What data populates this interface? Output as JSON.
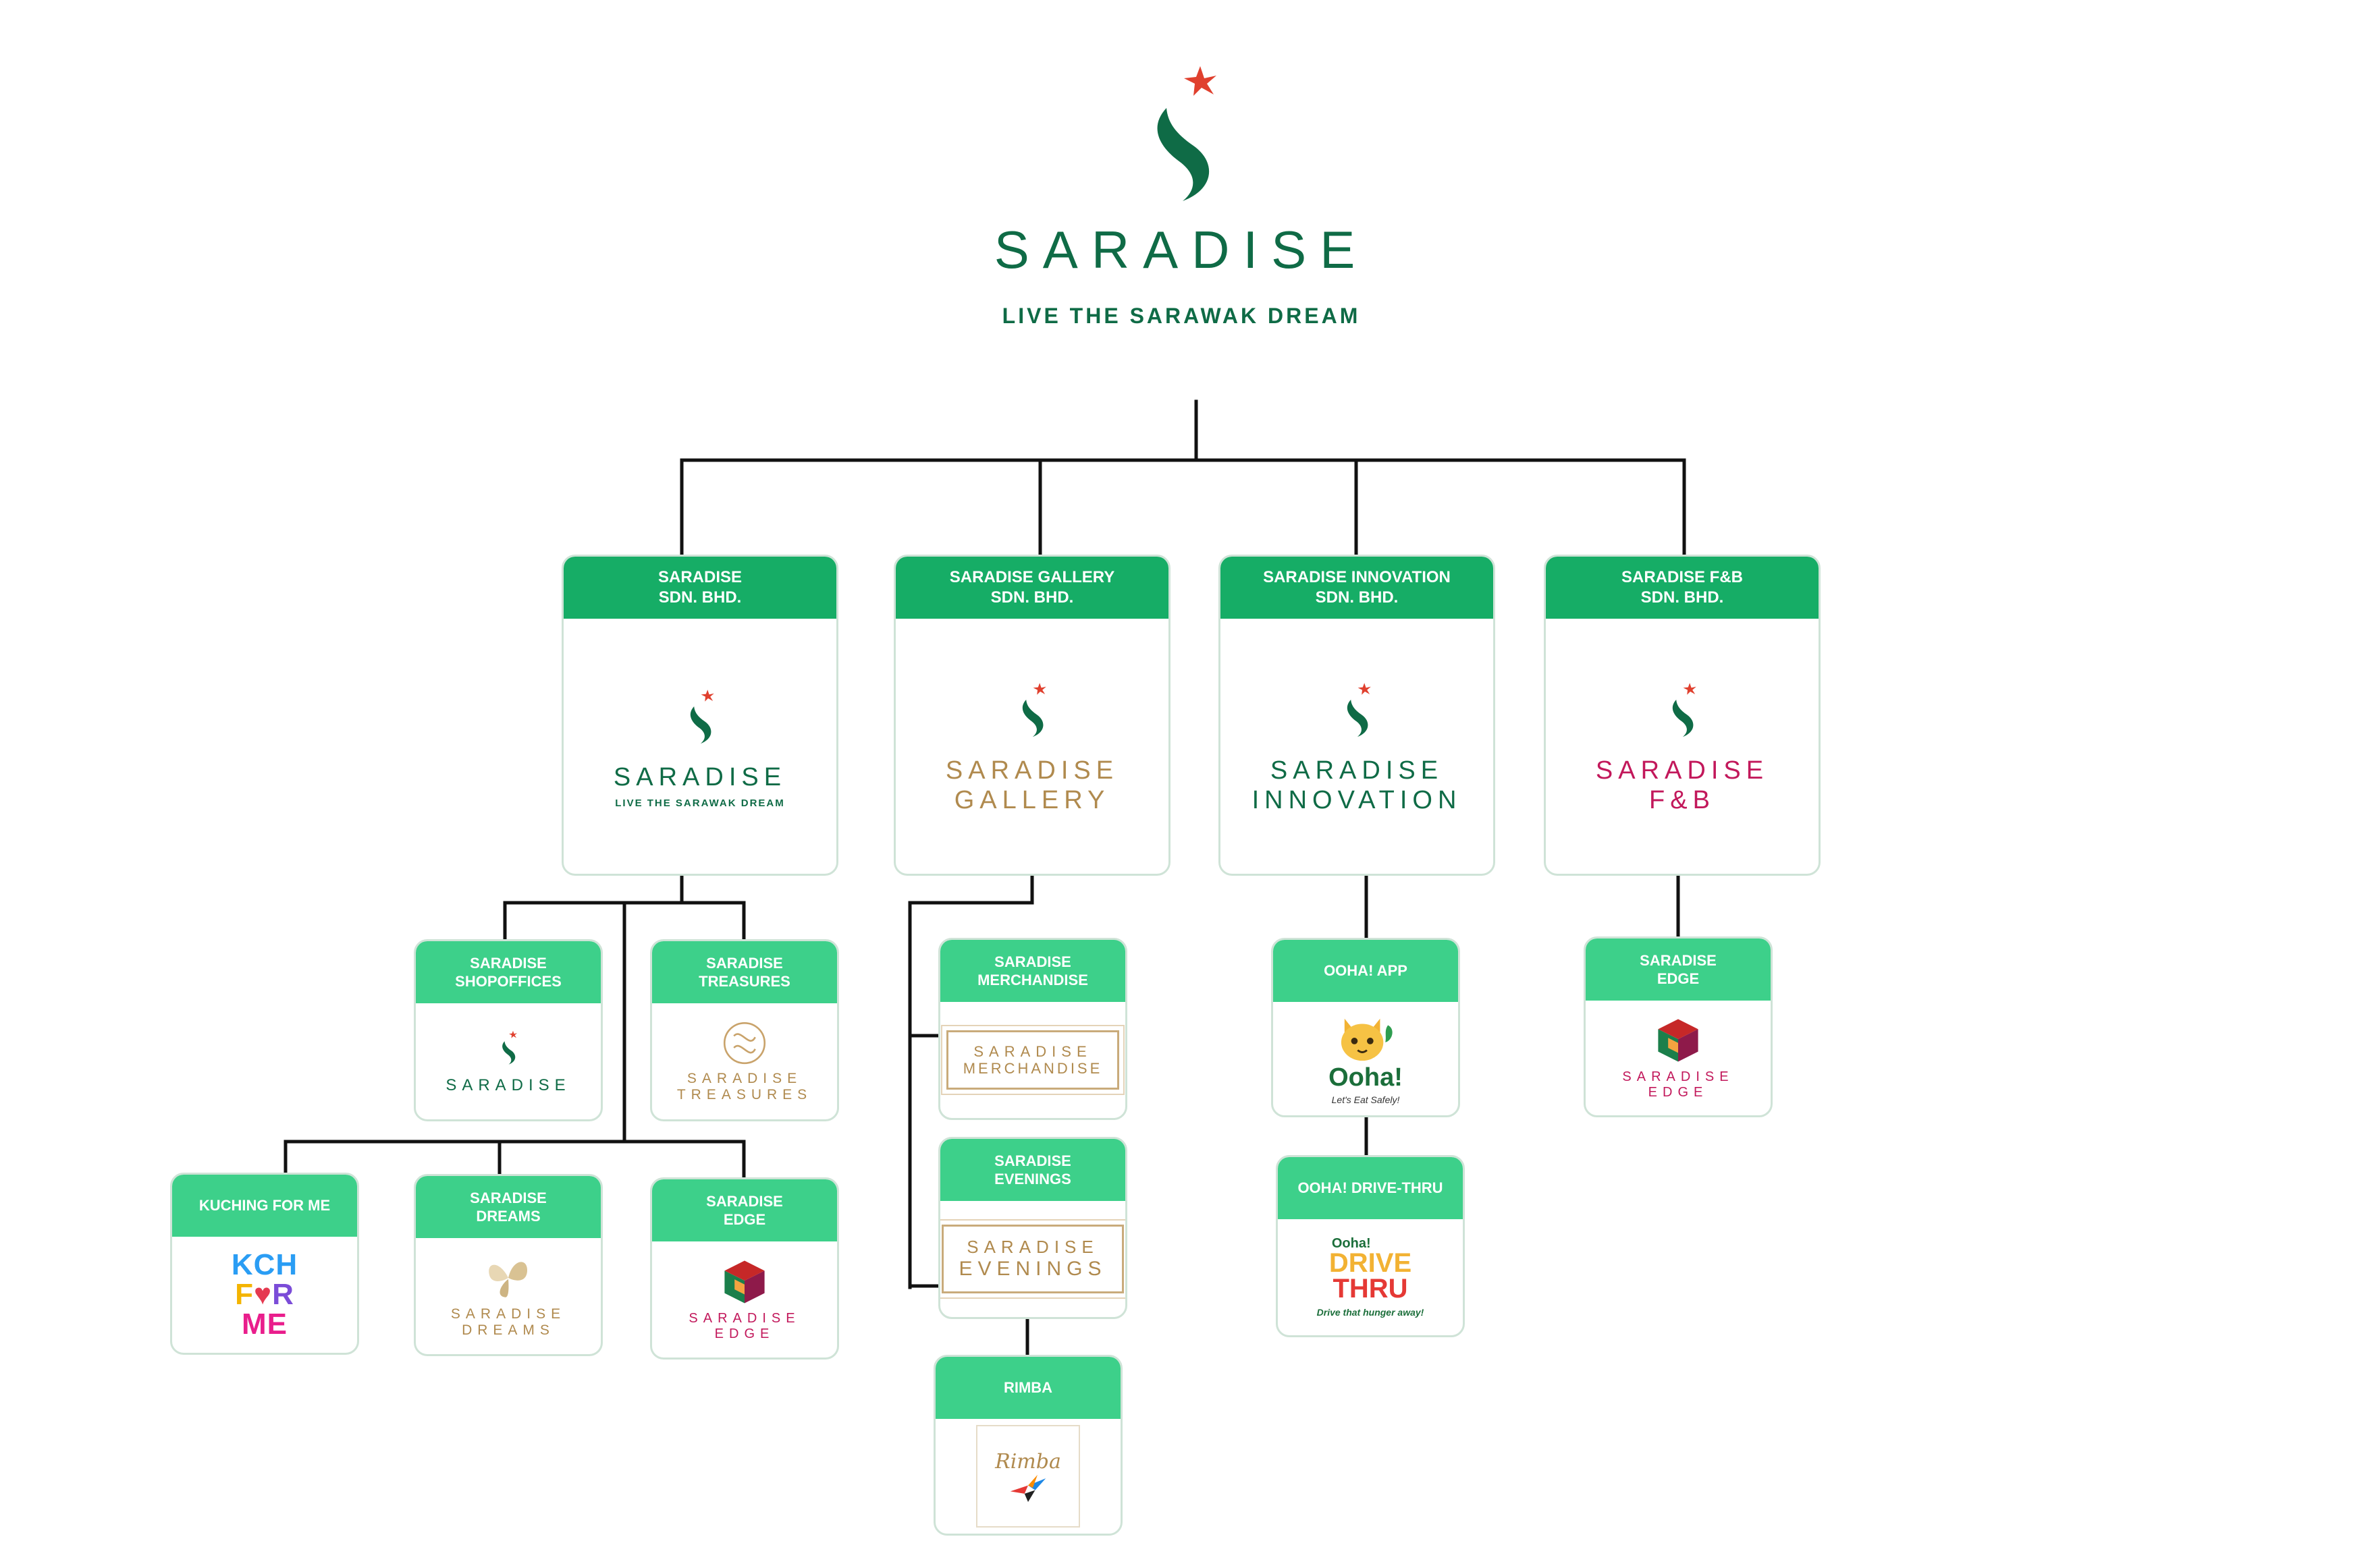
{
  "title": {
    "brand": "SARADISE",
    "tagline": "LIVE THE SARAWAK DREAM"
  },
  "companies": {
    "sdn": {
      "head": [
        "SARADISE",
        "SDN. BHD."
      ],
      "brand": "SARADISE",
      "tagline": "LIVE THE SARAWAK DREAM"
    },
    "gallery": {
      "head": [
        "SARADISE GALLERY",
        "SDN. BHD."
      ],
      "brand": [
        "SARADISE",
        "GALLERY"
      ]
    },
    "innovation": {
      "head": [
        "SARADISE INNOVATION",
        "SDN. BHD."
      ],
      "brand": [
        "SARADISE",
        "INNOVATION"
      ]
    },
    "fnb": {
      "head": [
        "SARADISE F&B",
        "SDN. BHD."
      ],
      "brand": [
        "SARADISE",
        "F&B"
      ]
    }
  },
  "units": {
    "shopoffices": {
      "head": [
        "SARADISE",
        "SHOPOFFICES"
      ],
      "brand": "SARADISE"
    },
    "treasures": {
      "head": [
        "SARADISE",
        "TREASURES"
      ],
      "brand": [
        "SARADISE",
        "TREASURES"
      ]
    },
    "kuching": {
      "head": [
        "KUCHING FOR ME"
      ],
      "logo": [
        "KCH",
        "F",
        "R",
        "ME"
      ]
    },
    "dreams": {
      "head": [
        "SARADISE",
        "DREAMS"
      ],
      "brand": [
        "SARADISE",
        "DREAMS"
      ]
    },
    "edge_sdn": {
      "head": [
        "SARADISE",
        "EDGE"
      ],
      "brand": [
        "SARADISE",
        "EDGE"
      ]
    },
    "merchandise": {
      "head": [
        "SARADISE",
        "MERCHANDISE"
      ],
      "brand": [
        "SARADISE",
        "MERCHANDISE"
      ]
    },
    "evenings": {
      "head": [
        "SARADISE",
        "EVENINGS"
      ],
      "brand": [
        "SARADISE",
        "EVENINGS"
      ]
    },
    "rimba": {
      "head": [
        "RIMBA"
      ],
      "brand": "Rimba"
    },
    "ooha_app": {
      "head": [
        "OOHA! APP"
      ],
      "brand": "Ooha!",
      "tagline": "Let's Eat Safely!"
    },
    "ooha_drive": {
      "head": [
        "OOHA! DRIVE-THRU"
      ],
      "brand": [
        "Ooha!",
        "DRIVE",
        "THRU"
      ],
      "tagline": "Drive that hunger away!"
    },
    "edge_fnb": {
      "head": [
        "SARADISE",
        "EDGE"
      ],
      "brand": [
        "SARADISE",
        "EDGE"
      ]
    }
  },
  "colors": {
    "header": "#16ad66",
    "header_light": "#3dd08a",
    "brand_green": "#0f6b46",
    "gold": "#b08a4e",
    "accent_red": "#c2185b"
  }
}
